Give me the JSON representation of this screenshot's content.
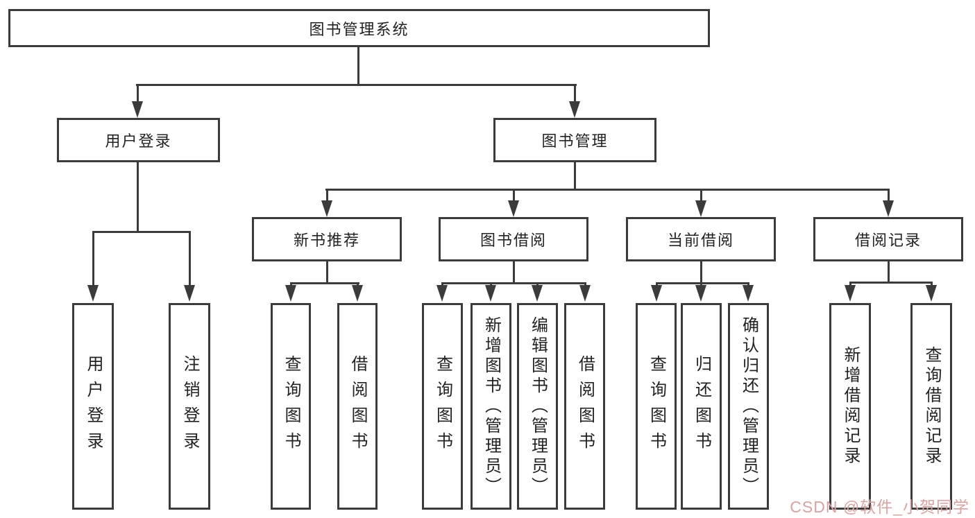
{
  "diagram": {
    "title": "图书管理系统",
    "branches": [
      {
        "label": "用户登录",
        "children": [
          {
            "label": "用户登录"
          },
          {
            "label": "注销登录"
          }
        ]
      },
      {
        "label": "图书管理",
        "children": [
          {
            "label": "新书推荐",
            "children": [
              {
                "label": "查询图书"
              },
              {
                "label": "借阅图书"
              }
            ]
          },
          {
            "label": "图书借阅",
            "children": [
              {
                "label": "查询图书"
              },
              {
                "label": "新增图书（管理员）"
              },
              {
                "label": "编辑图书（管理员）"
              },
              {
                "label": "借阅图书"
              }
            ]
          },
          {
            "label": "当前借阅",
            "children": [
              {
                "label": "查询图书"
              },
              {
                "label": "归还图书"
              },
              {
                "label": "确认归还（管理员）"
              }
            ]
          },
          {
            "label": "借阅记录",
            "children": [
              {
                "label": "新增借阅记录"
              },
              {
                "label": "查询借阅记录"
              }
            ]
          }
        ]
      }
    ]
  },
  "watermark": {
    "text": "CSDN @软件_小贺同学"
  },
  "colors": {
    "line": "#3b3b3b",
    "text": "#222222",
    "background": "#ffffff",
    "watermark": "#d9a2a2"
  }
}
